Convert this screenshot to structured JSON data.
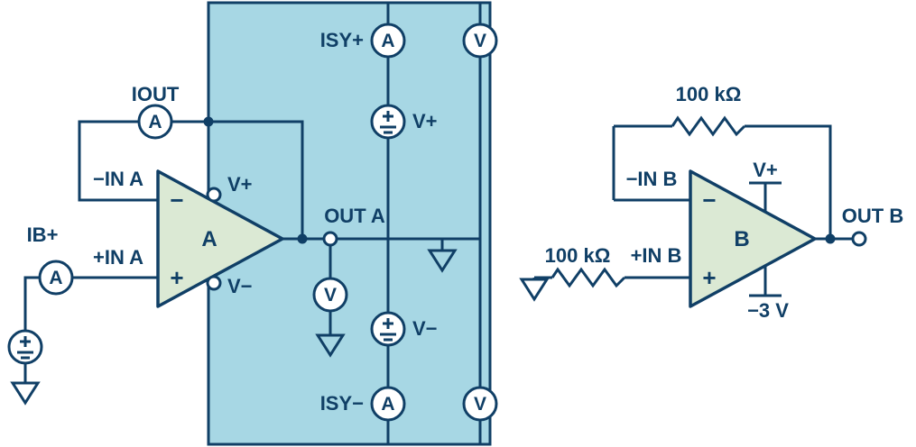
{
  "colors": {
    "line_navy": "#103f66",
    "box_fill": "#a7d7e4",
    "opamp_fill": "#dbe9d4",
    "meter_fill": "#ffffff",
    "background": "#ffffff"
  },
  "left_circuit": {
    "opamp_label": "A",
    "minus_sign": "−",
    "plus_sign": "+",
    "pin_vplus": "V+",
    "pin_vminus": "V−",
    "out_label": "OUT A",
    "in_neg_label": "−IN A",
    "in_pos_label": "+IN A",
    "iout_label": "IOUT",
    "ib_label": "IB+",
    "meters": {
      "iout": "A",
      "ib": "A",
      "vout": "V"
    }
  },
  "supply_box": {
    "isy_plus_label": "ISY+",
    "isy_minus_label": "ISY−",
    "vplus_label": "V+",
    "vminus_label": "V−",
    "meters": {
      "isy_plus": "A",
      "isy_minus": "A",
      "v_top": "V",
      "v_bottom": "V"
    }
  },
  "right_circuit": {
    "opamp_label": "B",
    "minus_sign": "−",
    "plus_sign": "+",
    "out_label": "OUT B",
    "in_neg_label": "−IN B",
    "in_pos_label": "+IN B",
    "feedback_resistor_label": "100 kΩ",
    "input_resistor_label": "100 kΩ",
    "supply_pos_label": "V+",
    "supply_neg_label": "−3 V"
  }
}
